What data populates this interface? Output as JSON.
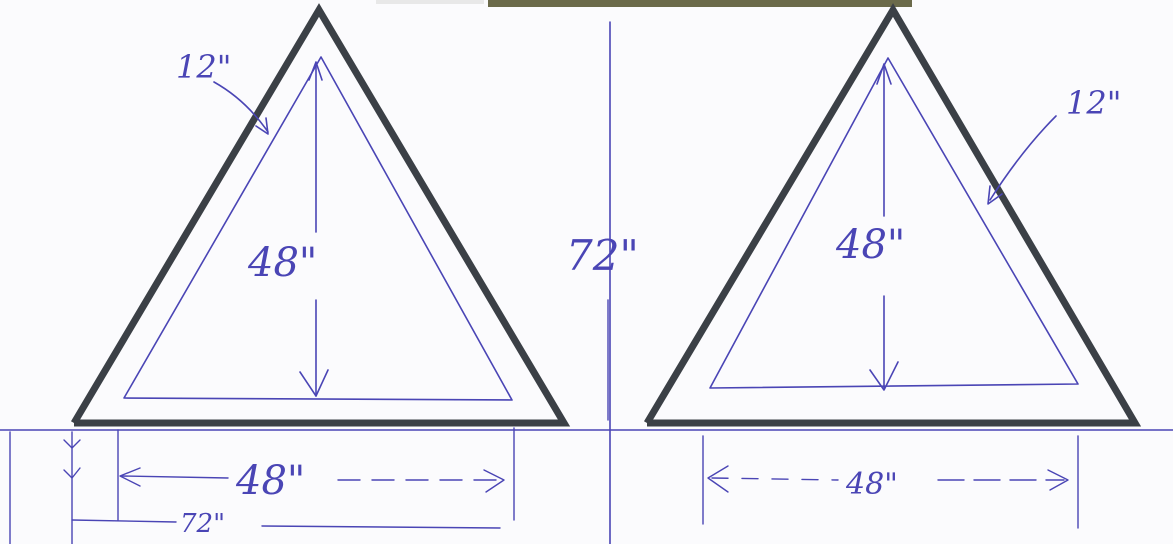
{
  "colors": {
    "paper": "#fbfbfd",
    "pen": "#4a45b5",
    "thick_line": "#3b4046",
    "photo_strip": "#6b6a4a"
  },
  "labels": {
    "left": {
      "corner": "12\"",
      "height": "48\"",
      "width": "48\"",
      "overall": "72\""
    },
    "center_height": "72\"",
    "right": {
      "corner": "12\"",
      "height": "48\"",
      "width": "48\""
    }
  }
}
